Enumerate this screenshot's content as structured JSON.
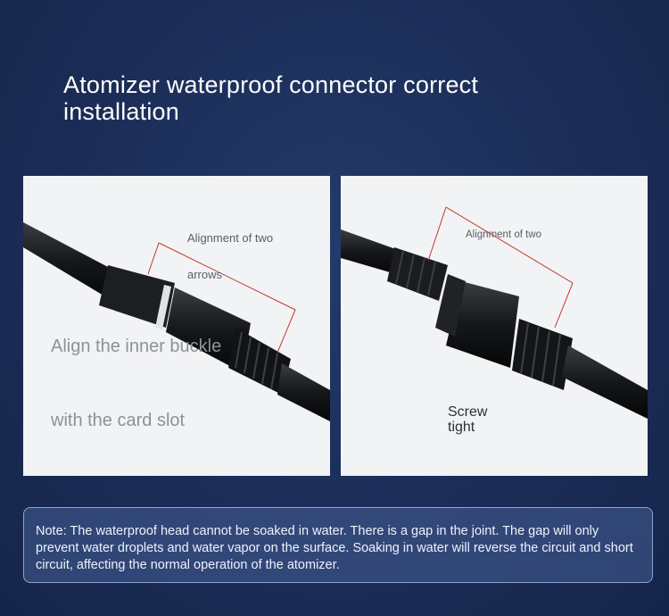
{
  "title": "Atomizer waterproof connector correct installation",
  "left_panel": {
    "label_line1": "Alignment of two",
    "label_line2": "arrows",
    "caption_line1": "Align the inner buckle",
    "caption_line2": "with the card slot"
  },
  "right_panel": {
    "label": "Alignment of two",
    "caption_line1": "Screw",
    "caption_line2": "tight"
  },
  "note": "Note: The waterproof head cannot be soaked in water. There is a gap in the joint. The gap will only prevent water droplets and water vapor on the surface. Soaking in water will reverse the circuit and short circuit, affecting the normal operation of the atomizer.",
  "colors": {
    "background": "#1b2d57",
    "alignment_line": "#c0392b",
    "note_border": "#8ea3cf"
  }
}
